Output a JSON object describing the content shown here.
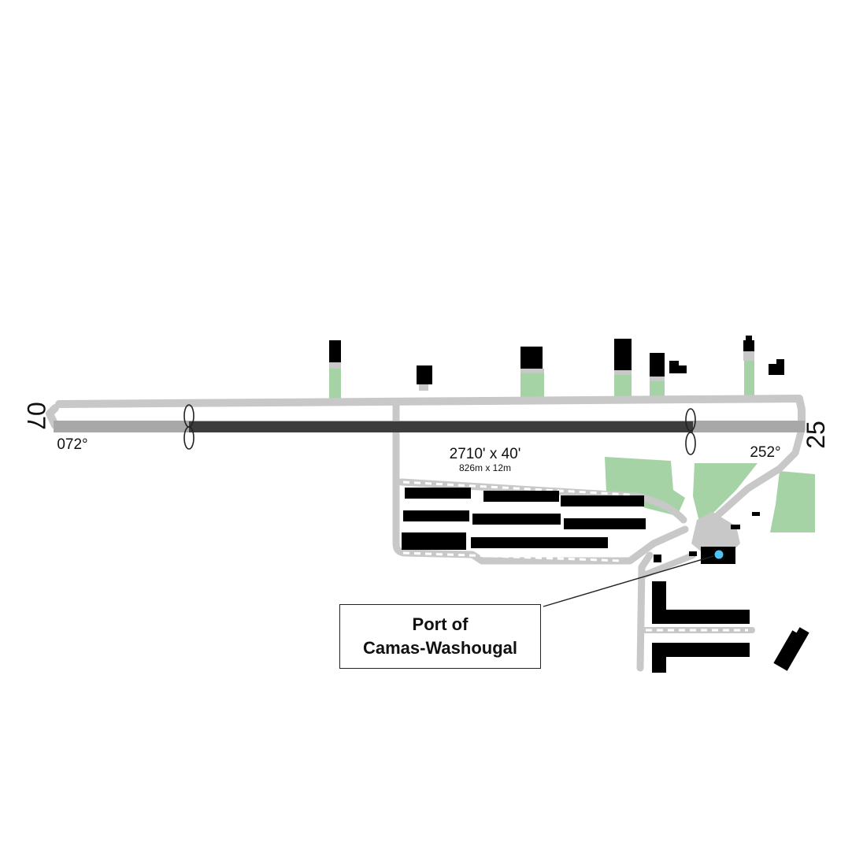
{
  "airport": {
    "name_line1": "Port of",
    "name_line2": "Camas-Washougal"
  },
  "runway": {
    "end_west": "07",
    "end_east": "25",
    "heading_west": "072°",
    "heading_east": "252°",
    "dimensions_imperial": "2710' x 40'",
    "dimensions_metric": "826m x 12m"
  },
  "colors": {
    "runway": "#3c3c3c",
    "taxiway": "#c8c8c8",
    "building": "#000000",
    "grass": "#a6d3a6",
    "beacon": "#4fc3f7"
  }
}
